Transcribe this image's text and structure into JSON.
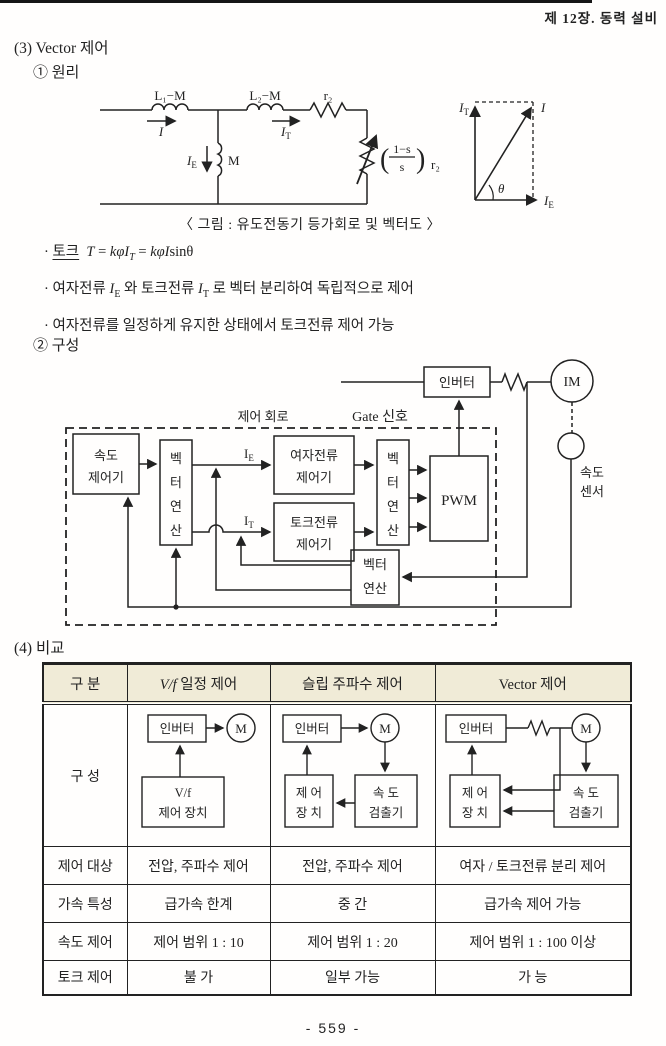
{
  "colors": {
    "ink": "#222222",
    "table_header_bg": "#f0ebd7"
  },
  "header": {
    "chapter": "제 12장. 동력 설비"
  },
  "sections": {
    "s3": "(3) Vector 제어",
    "s3_1": "① 원리",
    "s3_2": "② 구성",
    "s4": "(4) 비교"
  },
  "circuit": {
    "l1": "L₁−M",
    "l2": "L₂−M",
    "r2": "r₂",
    "m": "M",
    "i": "I",
    "i_main": "I",
    "sub_e": "E",
    "sub_t": "T",
    "paren_l": "(",
    "paren_r": ")",
    "frac_num": "1−s",
    "frac_den": "s",
    "frac_r2": "r₂"
  },
  "vectordiag": {
    "i": "I",
    "i_main": "I",
    "sub_t": "T",
    "sub_e": "E",
    "theta": "θ"
  },
  "figure1": {
    "caption": "〈 그림 : 유도전동기 등가회로 및 벡터도 〉"
  },
  "principle": {
    "b1": {
      "dot": "·",
      "u": "토크",
      "t": "T",
      "eq1": " = ",
      "k1": "kφI",
      "s1": "T",
      "eq2": " = ",
      "k2": "kφI",
      "sin": "sinθ"
    },
    "b2": {
      "dot": "·",
      "p1": "여자전류 ",
      "i1": "I",
      "s1": "E",
      "p2": " 와 토크전류 ",
      "i2": "I",
      "s2": "T",
      "p3": " 로 벡터 분리하여 독립적으로 제어"
    },
    "b3": {
      "dot": "·",
      "text": "여자전류를 일정하게 유지한 상태에서 토크전류 제어 가능"
    }
  },
  "blockdiagram": {
    "ctrl_circuit": "제어 회로",
    "gate": "Gate 신호",
    "inverter": "인버터",
    "im": "IM",
    "pwm": "PWM",
    "sensor1": "속도",
    "sensor2": "센서",
    "spd1": "속도",
    "spd2": "제어기",
    "vec_chars": [
      "벡",
      "터",
      "연",
      "산"
    ],
    "exc1": "여자전류",
    "exc2": "제어기",
    "torq1": "토크전류",
    "torq2": "제어기",
    "vec_line1": "벡터",
    "vec_line2": "연산",
    "ie_main": "I",
    "ie_sub": "E",
    "it_main": "I",
    "it_sub": "T"
  },
  "table": {
    "headers": {
      "col0": "구 분",
      "col1_it": "V/f",
      "col1_rest": " 일정 제어",
      "col2": "슬립 주파수 제어",
      "col3": "Vector 제어"
    },
    "config_label": "구 성",
    "rows": [
      {
        "label": "제어 대상",
        "c1": "전압, 주파수 제어",
        "c2": "전압, 주파수 제어",
        "c3": "여자 / 토크전류 분리 제어"
      },
      {
        "label": "가속 특성",
        "c1": "급가속 한계",
        "c2": "중 간",
        "c3": "급가속 제어 가능"
      },
      {
        "label": "속도 제어",
        "c1": "제어 범위 1 : 10",
        "c2": "제어 범위 1 : 20",
        "c3": "제어 범위 1 : 100 이상"
      },
      {
        "label": "토크 제어",
        "c1": "불 가",
        "c2": "일부 가능",
        "c3": "가 능"
      }
    ],
    "mini": {
      "inverter": "인버터",
      "motor": "M",
      "vf": "V/f",
      "device": "제어 장치",
      "ctrl1": "제 어",
      "ctrl2": "장 치",
      "det1": "속 도",
      "det2": "검출기"
    }
  },
  "footer": {
    "page": "- 559 -"
  }
}
